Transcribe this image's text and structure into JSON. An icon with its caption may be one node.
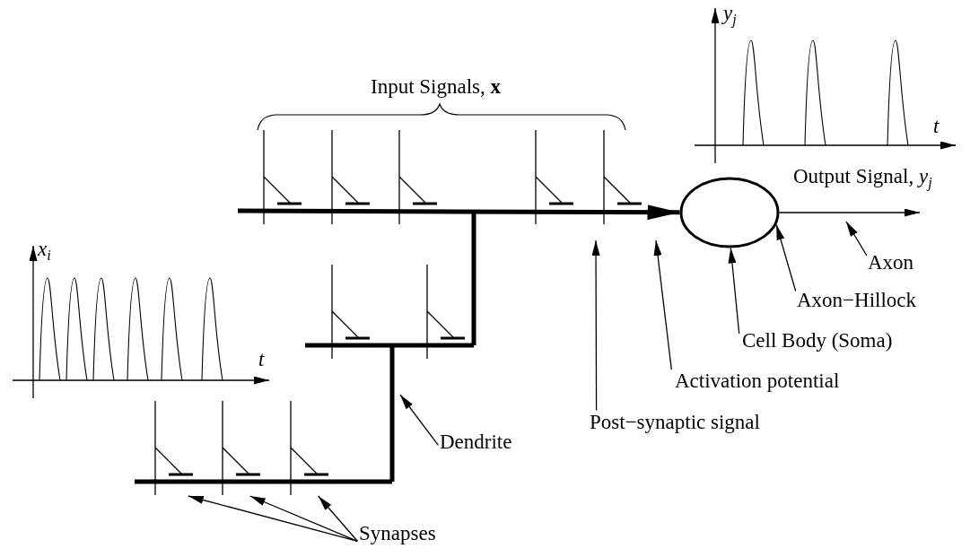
{
  "diagram": {
    "nodes": [
      {
        "text": [],
        "shape": "ellipse"
      },
      {
        "text": [],
        "shape": "synapse"
      },
      {
        "text": [],
        "shape": "synapse"
      },
      {
        "text": [],
        "shape": "synapse"
      },
      {
        "text": [
          "Axon"
        ]
      },
      {
        "text": [
          "Axon−Hillock"
        ]
      },
      {
        "text": [
          "Cell Body (Soma)"
        ]
      },
      {
        "text": [
          "Activation potential"
        ]
      },
      {
        "text": [
          "Post−synaptic signal"
        ]
      },
      {
        "text": [
          "Dendrite"
        ]
      },
      {
        "text": [
          "Synapses"
        ]
      }
    ],
    "edges": [
      {
        "from": 10,
        "to": 1,
        "arrow": "to"
      },
      {
        "from": 10,
        "to": 2,
        "arrow": "to"
      },
      {
        "from": 10,
        "to": 3,
        "arrow": "to"
      },
      {
        "from": 9,
        "to": null,
        "arrow": "to"
      },
      {
        "from": 8,
        "to": null,
        "arrow": "to"
      },
      {
        "from": 7,
        "to": null,
        "arrow": "to"
      },
      {
        "from": 6,
        "to": 0,
        "arrow": "to"
      },
      {
        "from": 5,
        "to": 0,
        "arrow": "to"
      },
      {
        "from": 4,
        "to": null,
        "arrow": "to"
      },
      {
        "from": null,
        "to": 0,
        "arrow": "to",
        "style": "thick"
      },
      {
        "from": 0,
        "to": null,
        "arrow": "to"
      }
    ],
    "labels": [
      "Input Signals, **x**",
      "y$_{j}$",
      "t",
      "Output Signal, *y*$_{j}$",
      "x$_{i}$",
      "t"
    ]
  }
}
